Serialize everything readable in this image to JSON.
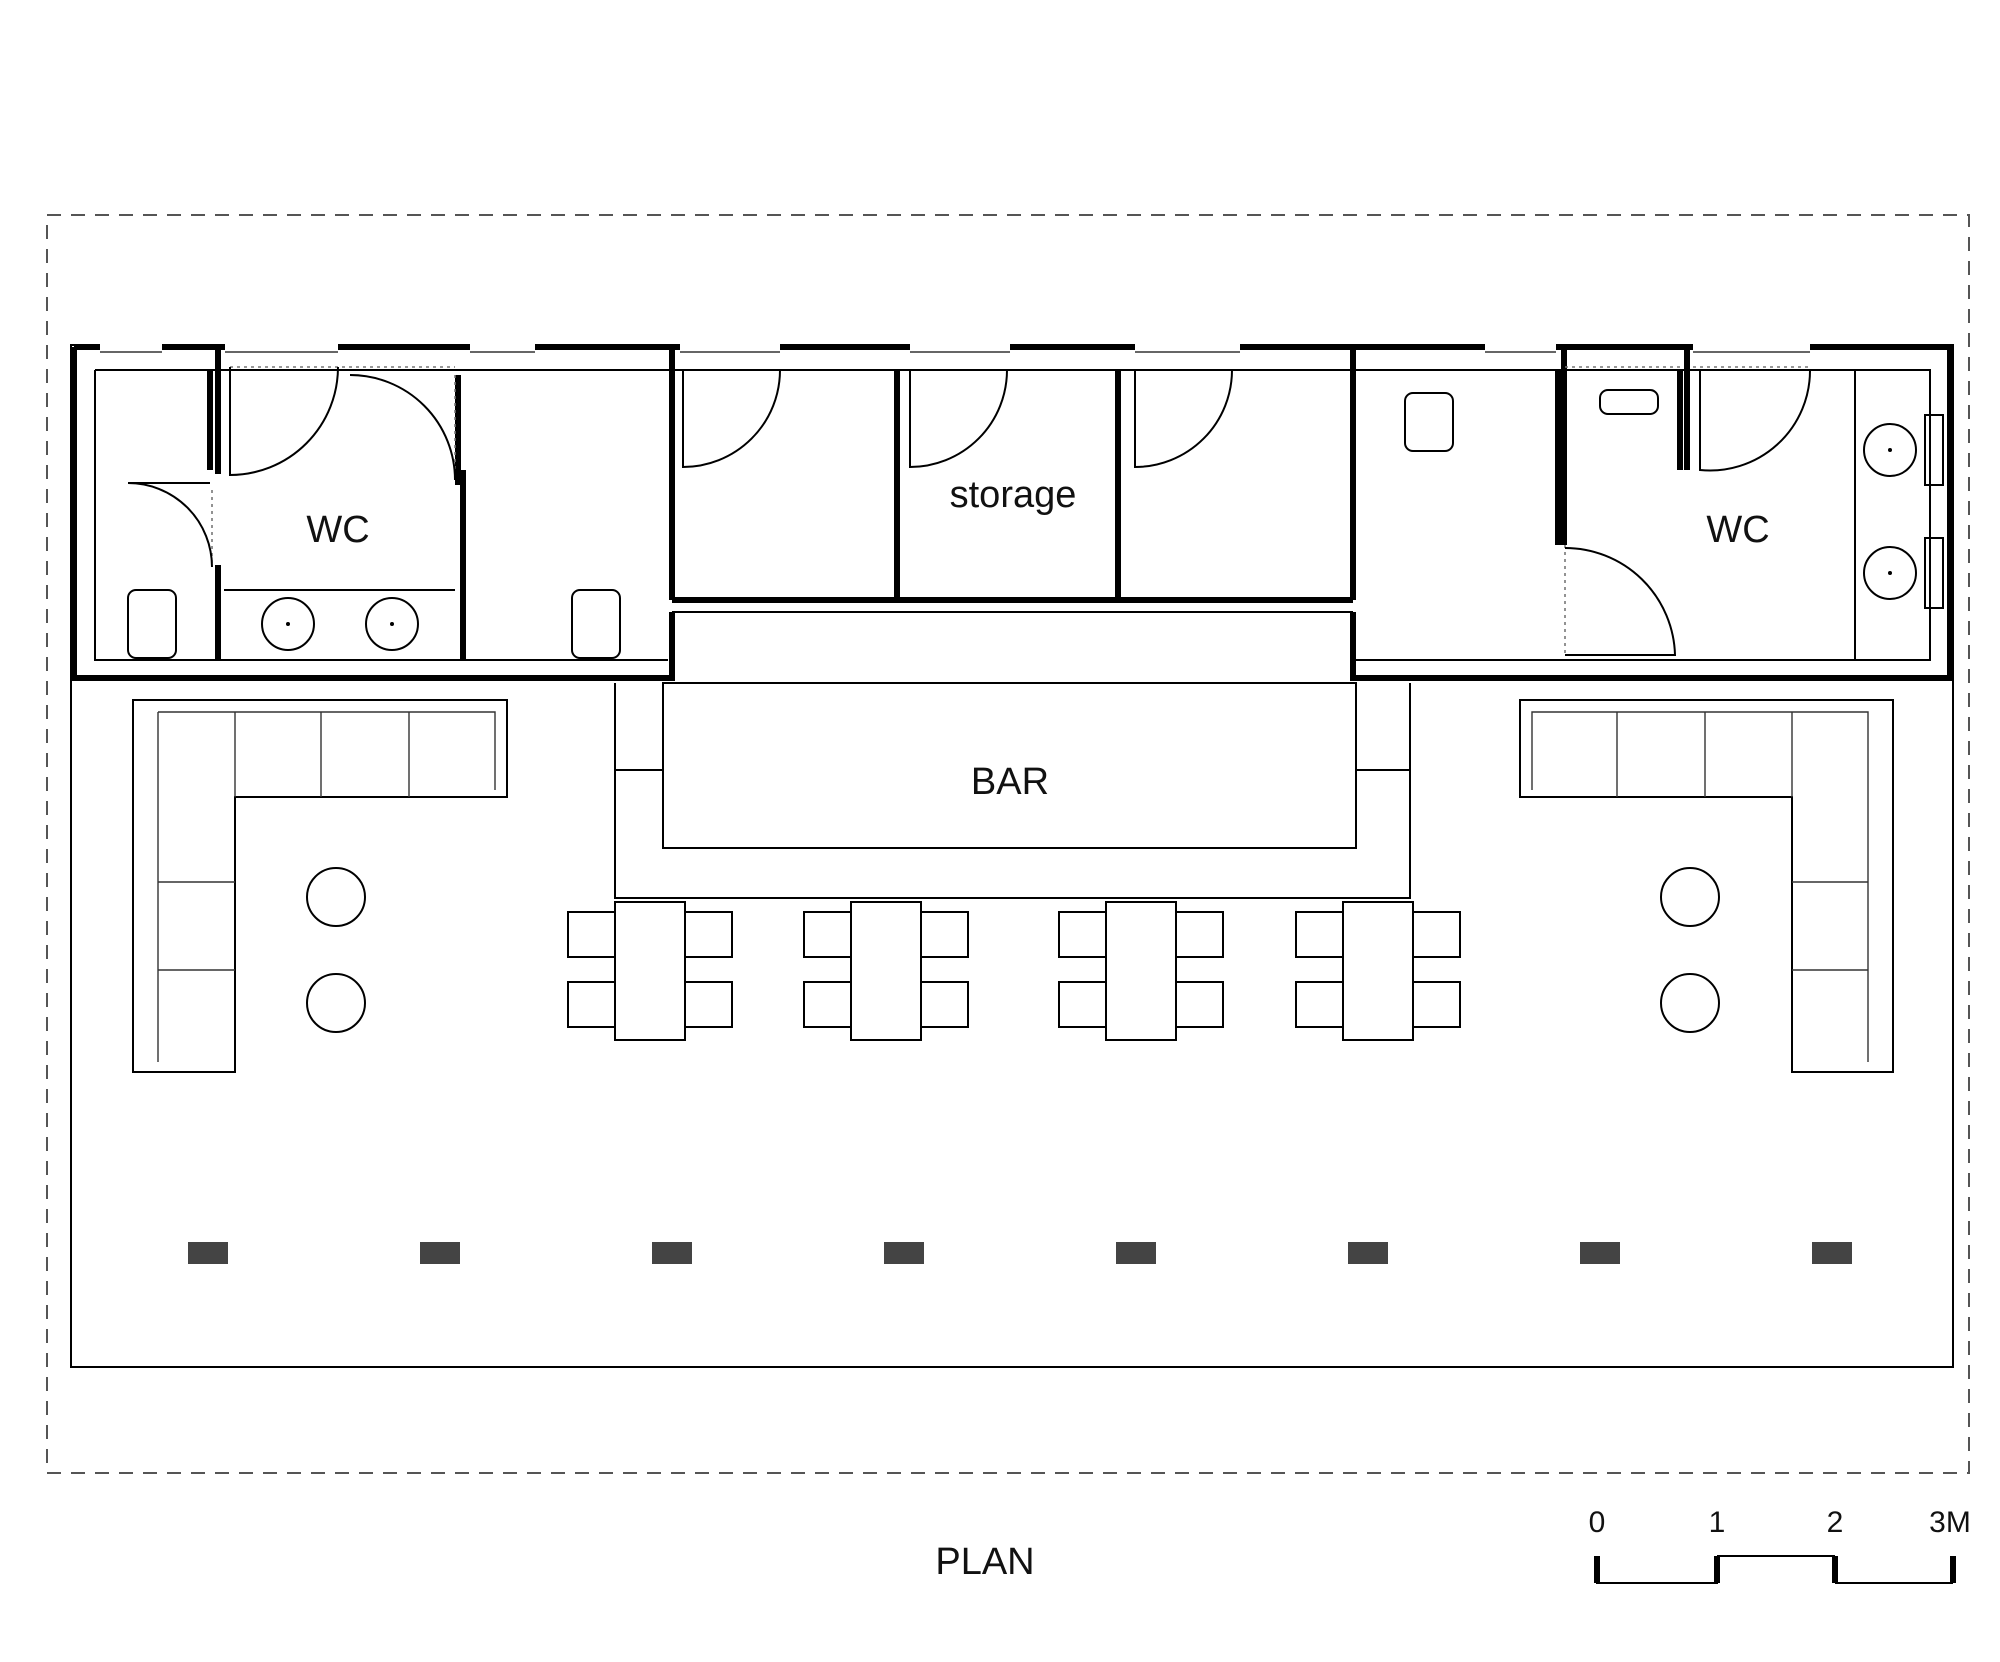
{
  "labels": {
    "wc_left": "WC",
    "storage": "storage",
    "wc_right": "WC",
    "bar": "BAR",
    "plan": "PLAN"
  },
  "scale_bar": {
    "ticks": [
      "0",
      "1",
      "2",
      "3M"
    ]
  },
  "colors": {
    "line": "#000000",
    "background": "#ffffff"
  }
}
